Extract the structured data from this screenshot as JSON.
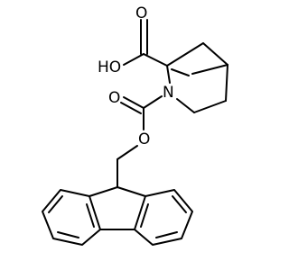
{
  "molecule": {
    "atom_labels": {
      "hydroxyl": "HO",
      "acid_carbonyl_oxygen": "O",
      "nitrogen": "N",
      "carbamate_carbonyl_oxygen": "O",
      "ester_oxygen": "O"
    },
    "colors": {
      "bond": "#000000",
      "label": "#000000",
      "background": "#ffffff"
    }
  }
}
